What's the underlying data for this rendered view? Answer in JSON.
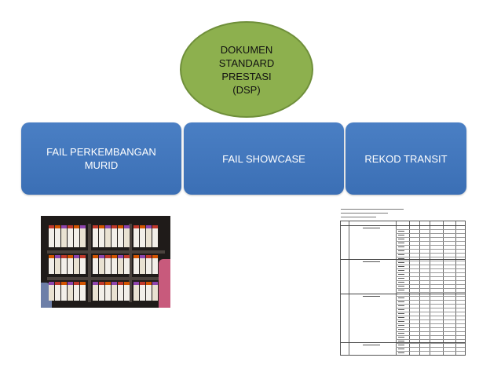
{
  "center": {
    "label": "DOKUMEN\nSTANDARD\nPRESTASI\n(DSP)"
  },
  "branches": [
    {
      "label": "FAIL PERKEMBANGAN\nMURID"
    },
    {
      "label": "FAIL SHOWCASE"
    },
    {
      "label": "REKOD TRANSIT"
    }
  ],
  "colors": {
    "branch_fill": "#4a7fc4",
    "center_fill": "#8db04e"
  }
}
